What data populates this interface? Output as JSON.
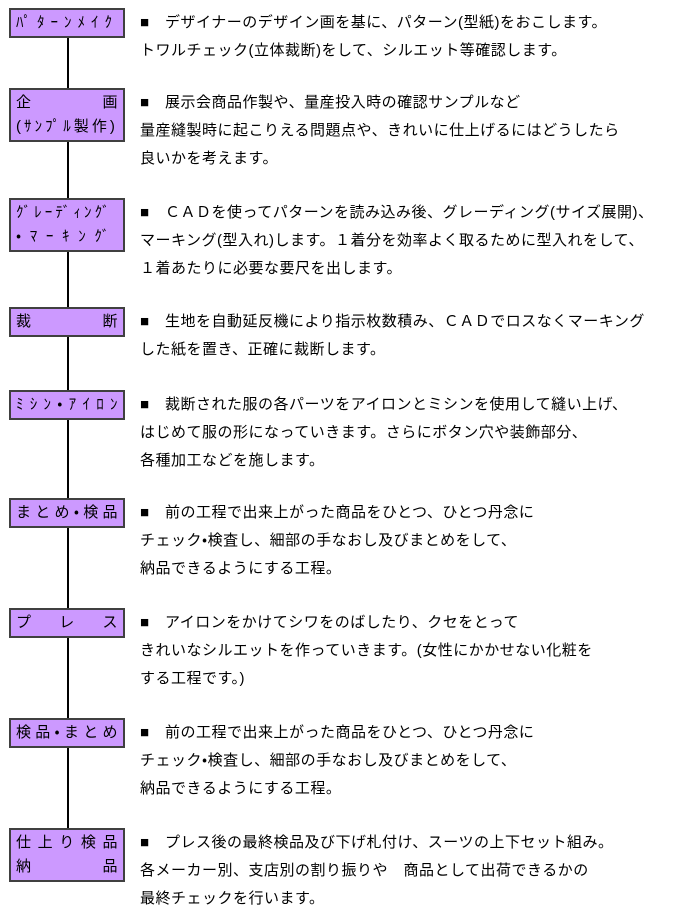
{
  "page": {
    "background": "#ffffff",
    "box_fill": "#cc99ff",
    "box_border": "#404040",
    "connector_color": "#000000"
  },
  "flow": {
    "sections": [
      {
        "id": "pattern-make",
        "label_lines": [
          "ﾊﾟﾀｰﾝﾒｲｸ"
        ],
        "desc_lines": [
          "■　デザイナーのデザイン画を基に、パターン(型紙)をおこします。",
          "トワルチェック(立体裁断)をして、シルエット等確認します。"
        ]
      },
      {
        "id": "planning-sample",
        "label_lines": [
          "企画",
          "(ｻﾝﾌﾟﾙ製作)"
        ],
        "desc_lines": [
          "■　展示会商品作製や、量産投入時の確認サンプルなど",
          "量産縫製時に起こりえる問題点や、きれいに仕上げるにはどうしたら",
          "良いかを考えます。"
        ]
      },
      {
        "id": "grading-marking",
        "label_lines": [
          "ｸﾞﾚｰﾃﾞｨﾝｸﾞ",
          "・ﾏｰｷﾝｸﾞ"
        ],
        "desc_lines": [
          "■　ＣＡＤを使ってパターンを読み込み後、グレーディング(サイズ展開)、",
          "マーキング(型入れ)します。１着分を効率よく取るために型入れをして、",
          "１着あたりに必要な要尺を出します。"
        ]
      },
      {
        "id": "cutting",
        "label_lines": [
          "裁断"
        ],
        "desc_lines": [
          "■　生地を自動延反機により指示枚数積み、ＣＡＤでロスなくマーキング",
          "した紙を置き、正確に裁断します。"
        ]
      },
      {
        "id": "sewing-ironing",
        "label_lines": [
          "ﾐｼﾝ・ｱｲﾛﾝ"
        ],
        "desc_lines": [
          "■　裁断された服の各パーツをアイロンとミシンを使用して縫い上げ、",
          "はじめて服の形になっていきます。さらにボタン穴や装飾部分、",
          "各種加工などを施します。"
        ]
      },
      {
        "id": "finishing-inspection",
        "label_lines": [
          "まとめ・検品"
        ],
        "desc_lines": [
          "■　前の工程で出来上がった商品をひとつ、ひとつ丹念に",
          "チェック・検査し、細部の手なおし及びまとめをして、",
          "納品できるようにする工程。"
        ]
      },
      {
        "id": "press",
        "label_lines": [
          "プレス"
        ],
        "desc_lines": [
          "■　アイロンをかけてシワをのばしたり、クセをとって",
          "きれいなシルエットを作っていきます。(女性にかかせない化粧を",
          "する工程です。)"
        ]
      },
      {
        "id": "inspection-finishing",
        "label_lines": [
          "検品・まとめ"
        ],
        "desc_lines": [
          "■　前の工程で出来上がった商品をひとつ、ひとつ丹念に",
          "チェック・検査し、細部の手なおし及びまとめをして、",
          "納品できるようにする工程。"
        ]
      },
      {
        "id": "final-inspection-delivery",
        "label_lines": [
          "仕上り検品",
          "納品"
        ],
        "desc_lines": [
          "■　プレス後の最終検品及び下げ札付け、スーツの上下セット組み。",
          "各メーカー別、支店別の割り振りや　商品として出荷できるかの",
          "最終チェックを行います。"
        ]
      }
    ]
  }
}
